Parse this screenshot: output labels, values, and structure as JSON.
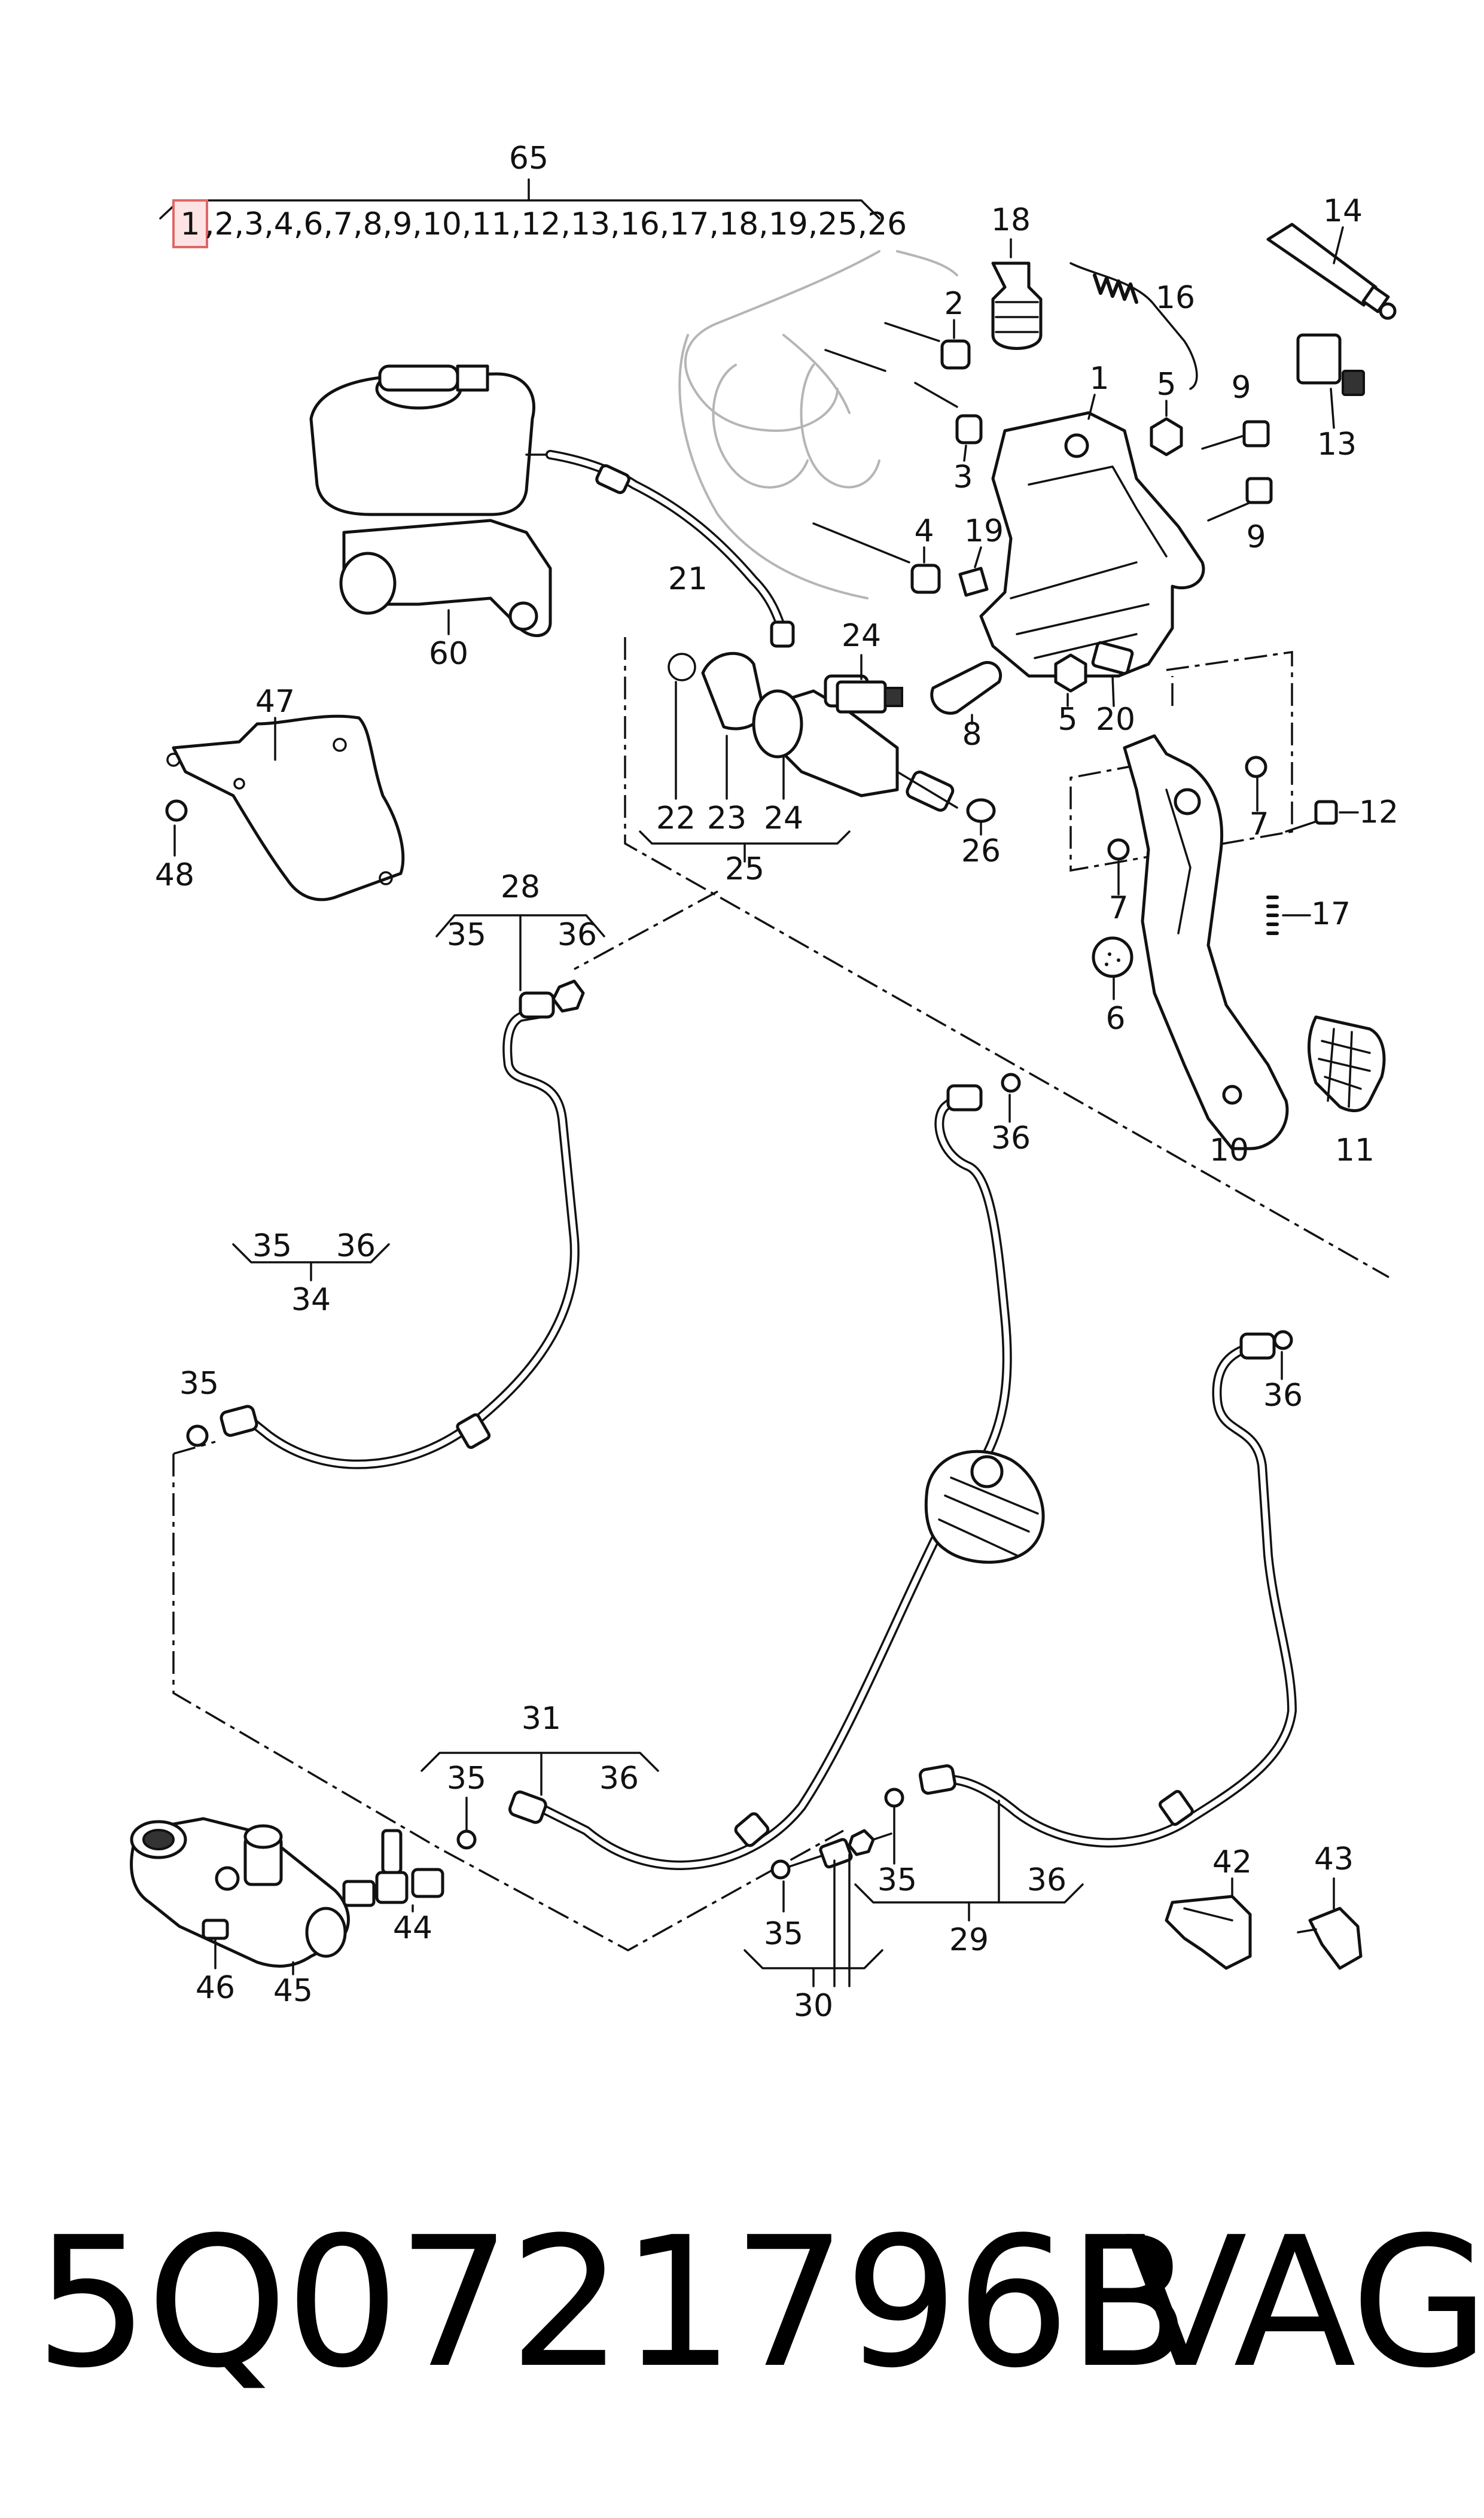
{
  "header": {
    "assembly_number": "65",
    "highlighted_item": "1",
    "assembly_contents": ",2,3,4,6,7,8,9,10,11,12,13,16,17,18,19,25,26"
  },
  "labels": {
    "n1": "1",
    "n2": "2",
    "n3": "3",
    "n4": "4",
    "n5a": "5",
    "n5b": "5",
    "n6": "6",
    "n7a": "7",
    "n7b": "7",
    "n8": "8",
    "n9a": "9",
    "n9b": "9",
    "n10": "10",
    "n11": "11",
    "n12": "12",
    "n13": "13",
    "n14": "14",
    "n16": "16",
    "n17": "17",
    "n18": "18",
    "n19": "19",
    "n20": "20",
    "n21": "21",
    "n22": "22",
    "n23": "23",
    "n24a": "24",
    "n24b": "24",
    "n25": "25",
    "n26": "26",
    "n28": "28",
    "n28_35": "35",
    "n28_36": "36",
    "n29": "29",
    "n29_35": "35",
    "n29_36": "36",
    "n30": "30",
    "n30_35": "35",
    "n31": "31",
    "n31_35": "35",
    "n31_36": "36",
    "n34": "34",
    "n34_35": "35",
    "n34_36": "36",
    "n35a": "35",
    "n36a": "36",
    "n36b": "36",
    "n42": "42",
    "n43": "43",
    "n44": "44",
    "n45": "45",
    "n46": "46",
    "n47": "47",
    "n48": "48",
    "n60": "60"
  },
  "footer": {
    "part_number": "5Q0721796B",
    "brand": "VAG"
  },
  "colors": {
    "line": "#111111",
    "highlight_fill": "#fde3e3",
    "highlight_stroke": "#e06666"
  }
}
